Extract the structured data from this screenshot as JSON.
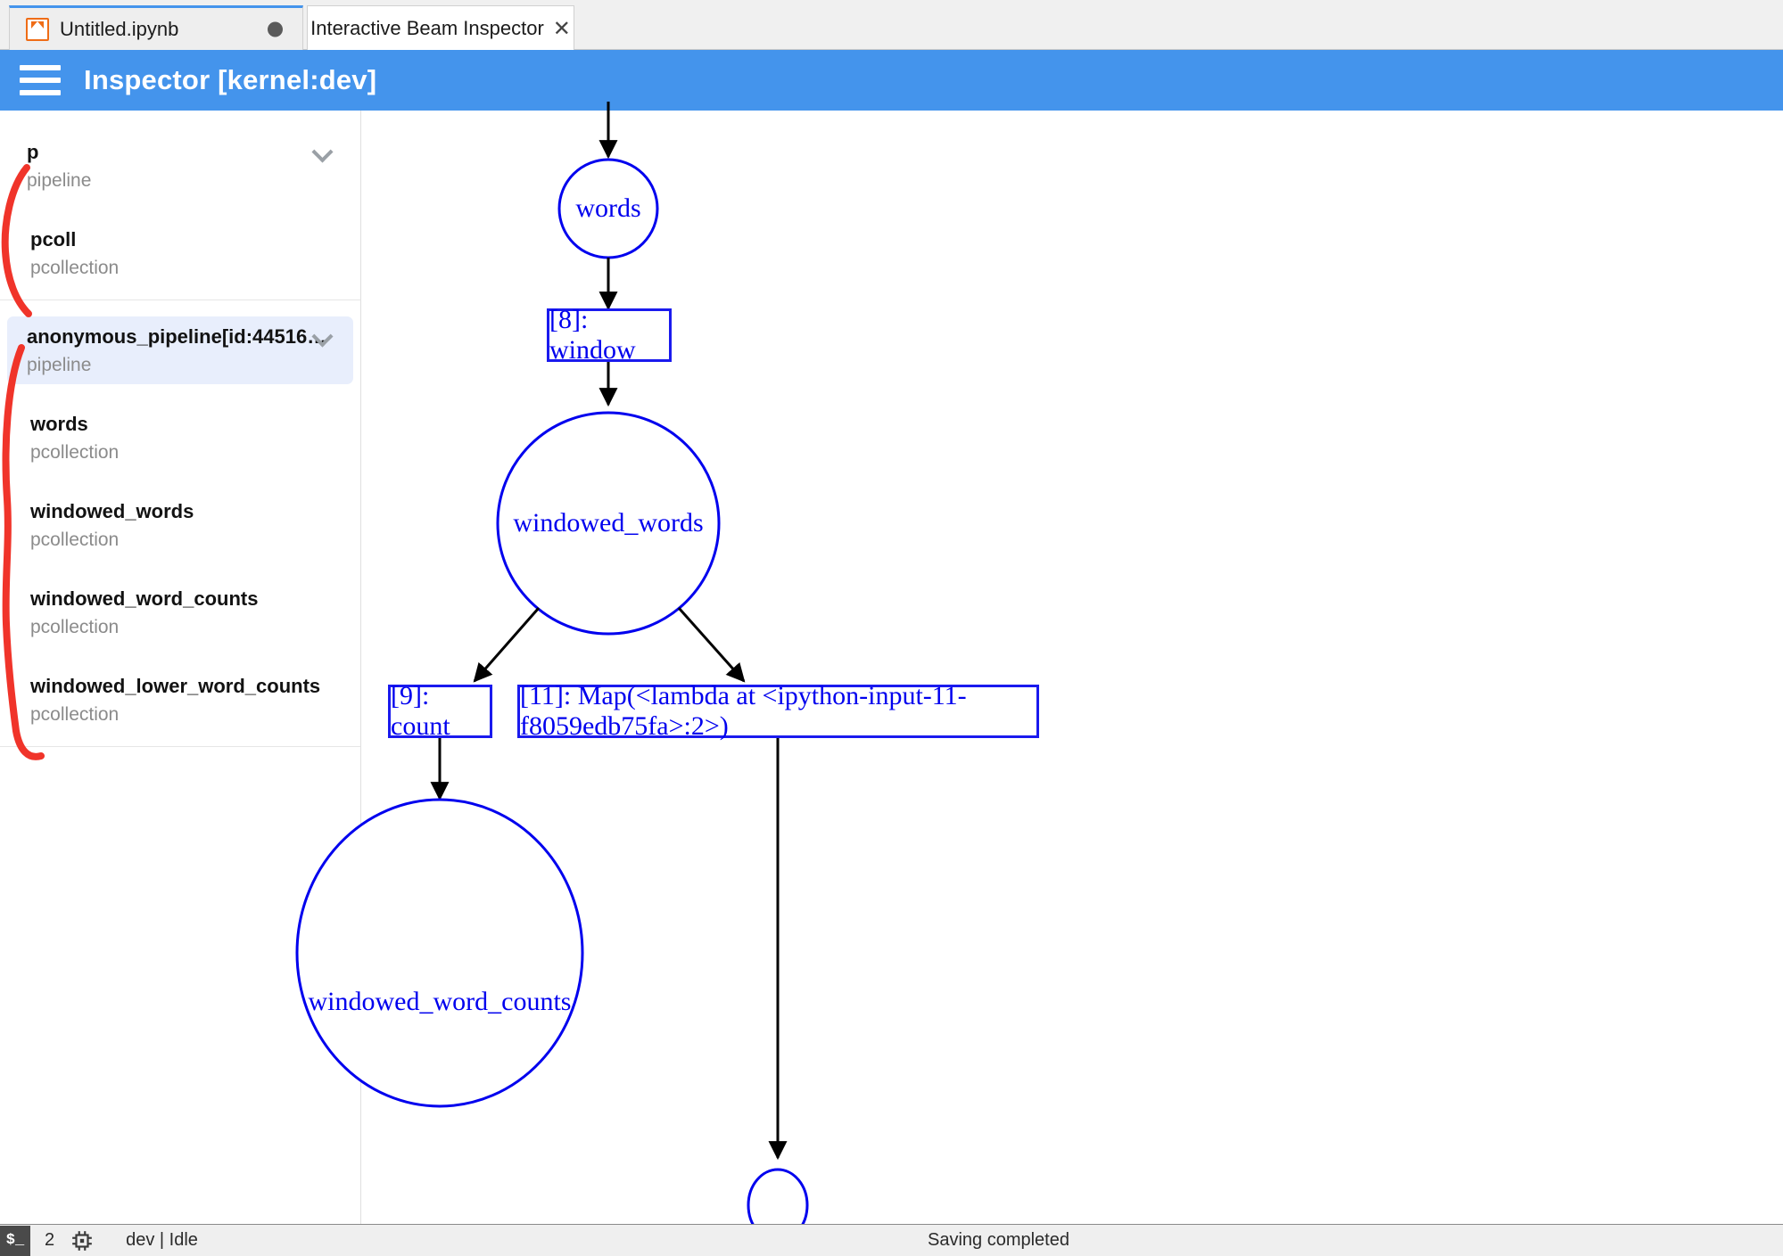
{
  "tabs": [
    {
      "label": "Untitled.ipynb",
      "icon": "notebook-icon",
      "active": false,
      "dirty": true
    },
    {
      "label": "Interactive Beam Inspector",
      "icon": "close-icon",
      "active": true,
      "dirty": false
    }
  ],
  "toolbar": {
    "menu_icon": "hamburger-icon",
    "title": "Inspector [kernel:dev]",
    "accent_color": "#4494ec"
  },
  "sidebar": {
    "groups": [
      {
        "items": [
          {
            "name": "p",
            "type": "pipeline",
            "kind": "pipeline",
            "selected": false,
            "has_chevron": true
          },
          {
            "name": "pcoll",
            "type": "pcollection",
            "kind": "pcollection",
            "selected": false,
            "has_chevron": false
          }
        ]
      },
      {
        "items": [
          {
            "name": "anonymous_pipeline[id:44516…",
            "type": "pipeline",
            "kind": "pipeline",
            "selected": true,
            "has_chevron": true
          },
          {
            "name": "words",
            "type": "pcollection",
            "kind": "pcollection",
            "selected": false,
            "has_chevron": false
          },
          {
            "name": "windowed_words",
            "type": "pcollection",
            "kind": "pcollection",
            "selected": false,
            "has_chevron": false
          },
          {
            "name": "windowed_word_counts",
            "type": "pcollection",
            "kind": "pcollection",
            "selected": false,
            "has_chevron": false
          },
          {
            "name": "windowed_lower_word_counts",
            "type": "pcollection",
            "kind": "pcollection",
            "selected": false,
            "has_chevron": false
          }
        ]
      }
    ],
    "selected_bg": "#e8eefc",
    "annotation_color": "#f0342a"
  },
  "graph": {
    "node_color": "#0000ee",
    "edge_color": "#000000",
    "nodes": [
      {
        "id": "words",
        "label": "words",
        "shape": "ellipse"
      },
      {
        "id": "window",
        "label": "[8]: window",
        "shape": "box"
      },
      {
        "id": "windowed_words",
        "label": "windowed_words",
        "shape": "ellipse"
      },
      {
        "id": "count",
        "label": "[9]: count",
        "shape": "box"
      },
      {
        "id": "map",
        "label": "[11]: Map(<lambda at <ipython-input-11-f8059edb75fa>:2>)",
        "shape": "box"
      },
      {
        "id": "windowed_word_counts",
        "label": "windowed_word_counts",
        "shape": "ellipse"
      },
      {
        "id": "unlabeled",
        "label": "",
        "shape": "ellipse"
      }
    ],
    "edges": [
      {
        "from": "(incoming)",
        "to": "words"
      },
      {
        "from": "words",
        "to": "window"
      },
      {
        "from": "window",
        "to": "windowed_words"
      },
      {
        "from": "windowed_words",
        "to": "count"
      },
      {
        "from": "windowed_words",
        "to": "map"
      },
      {
        "from": "count",
        "to": "windowed_word_counts"
      },
      {
        "from": "map",
        "to": "unlabeled"
      }
    ]
  },
  "statusbar": {
    "terminal_icon_text": "$_",
    "terminal_count": "2",
    "cpu_icon": "cpu-chip-icon",
    "kernel_status": "dev | Idle",
    "save_status": "Saving completed"
  }
}
